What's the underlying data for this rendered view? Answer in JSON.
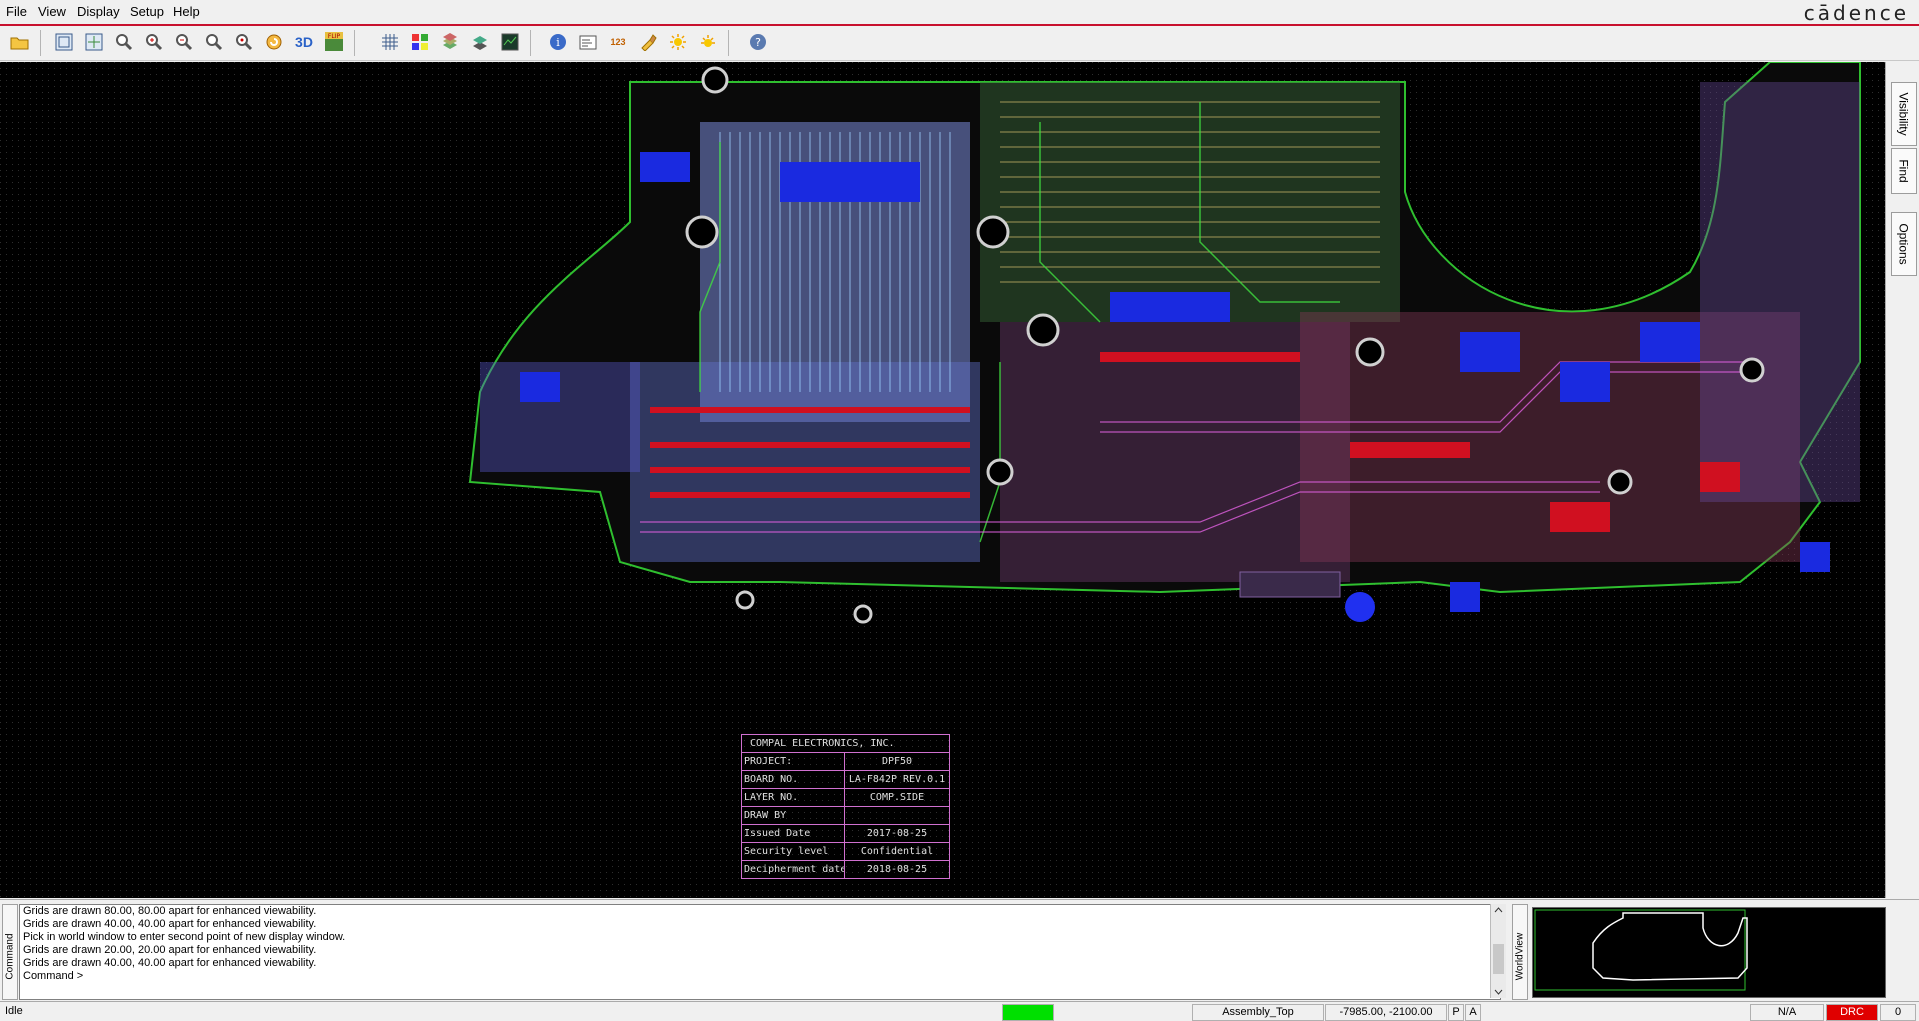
{
  "menu": {
    "items": [
      "File",
      "View",
      "Display",
      "Setup",
      "Help"
    ],
    "brand": "cādence"
  },
  "toolbar": {
    "icons": [
      "open-folder-icon",
      "zoom-fit-icon",
      "zoom-world-icon",
      "zoom-points-icon",
      "zoom-in-icon",
      "zoom-out-icon",
      "zoom-previous-icon",
      "zoom-center-icon",
      "redraw-icon",
      "3d-view-icon",
      "flip-design-icon",
      "grid-toggle-icon",
      "color-icon",
      "layer-visibility-icon",
      "shadow-icon",
      "snapshot-icon",
      "show-element-icon",
      "measure-icon",
      "numbers-icon",
      "highlight-icon",
      "dehighlight-icon",
      "brightness-icon",
      "help-icon"
    ],
    "flip_badge": "FLIP",
    "numbers_badge": "123",
    "three_d": "3D"
  },
  "side_tabs": [
    "Visibility",
    "Find",
    "Options"
  ],
  "title_block": {
    "company": "COMPAL ELECTRONICS, INC.",
    "rows": [
      {
        "key": "PROJECT:",
        "value": "DPF50"
      },
      {
        "key": "BOARD NO.",
        "value": "LA-F842P REV.0.1"
      },
      {
        "key": "LAYER NO.",
        "value": "COMP.SIDE"
      },
      {
        "key": "DRAW BY",
        "value": ""
      },
      {
        "key": "Issued Date",
        "value": "2017-08-25"
      },
      {
        "key": "Security level",
        "value": "Confidential"
      },
      {
        "key": "Decipherment date",
        "value": "2018-08-25"
      }
    ]
  },
  "console": {
    "label": "Command",
    "lines": [
      "Grids are drawn 80.00, 80.00 apart for enhanced viewability.",
      "Grids are drawn 40.00, 40.00 apart for enhanced viewability.",
      "Pick in world window to enter second point of new display window.",
      "Grids are drawn 20.00, 20.00 apart for enhanced viewability.",
      "Grids are drawn 40.00, 40.00 apart for enhanced viewability.",
      "Command >"
    ]
  },
  "worldview": {
    "label": "WorldView"
  },
  "status": {
    "state": "Idle",
    "layer": "Assembly_Top",
    "coords": "-7985.00, -2100.00",
    "p": "P",
    "a": "A",
    "na": "N/A",
    "drc": "DRC",
    "drc_count": "0",
    "progress_color": "#00e000",
    "drc_color": "#e00000"
  },
  "colors": {
    "accent": "#c8102e",
    "canvas": "#000000"
  }
}
